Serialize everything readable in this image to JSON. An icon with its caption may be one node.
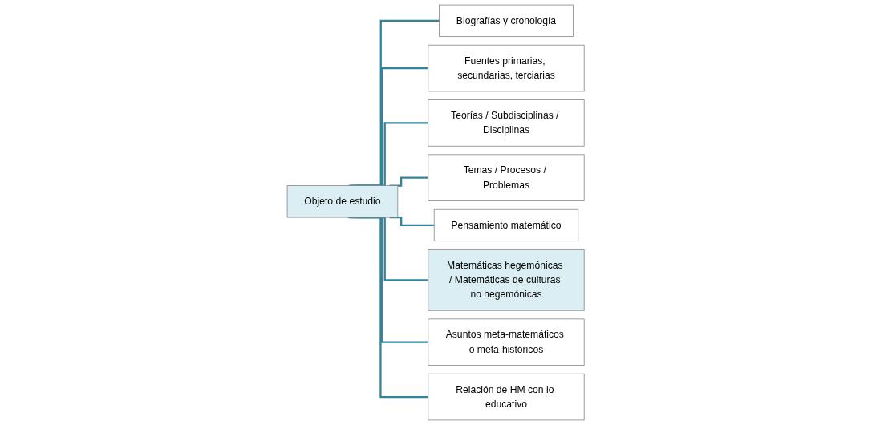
{
  "diagram": {
    "nodes": [
      {
        "text": [
          "Objeto de estudio"
        ]
      },
      {
        "text": [
          "Biografías y cronología"
        ]
      },
      {
        "text": [
          "Fuentes primarias, secundarias, terciarias"
        ]
      },
      {
        "text": [
          "Teorías / Subdisciplinas / Disciplinas"
        ]
      },
      {
        "text": [
          "Temas / Procesos / Problemas"
        ]
      },
      {
        "text": [
          "Pensamiento matemático"
        ]
      },
      {
        "text": [
          "Matemáticas hegemónicas / Matemáticas de culturas no hegemónicas"
        ]
      },
      {
        "text": [
          "Asuntos meta-matemáticos o meta-históricos"
        ]
      },
      {
        "text": [
          "Relación de HM con lo educativo"
        ]
      }
    ],
    "edges": [
      {
        "from": 0,
        "to": 1,
        "arrow": "none"
      },
      {
        "from": 0,
        "to": 2,
        "arrow": "none"
      },
      {
        "from": 0,
        "to": 3,
        "arrow": "none"
      },
      {
        "from": 0,
        "to": 4,
        "arrow": "none"
      },
      {
        "from": 0,
        "to": 5,
        "arrow": "none"
      },
      {
        "from": 0,
        "to": 6,
        "arrow": "none"
      },
      {
        "from": 0,
        "to": 7,
        "arrow": "none"
      },
      {
        "from": 0,
        "to": 8,
        "arrow": "none"
      }
    ]
  }
}
